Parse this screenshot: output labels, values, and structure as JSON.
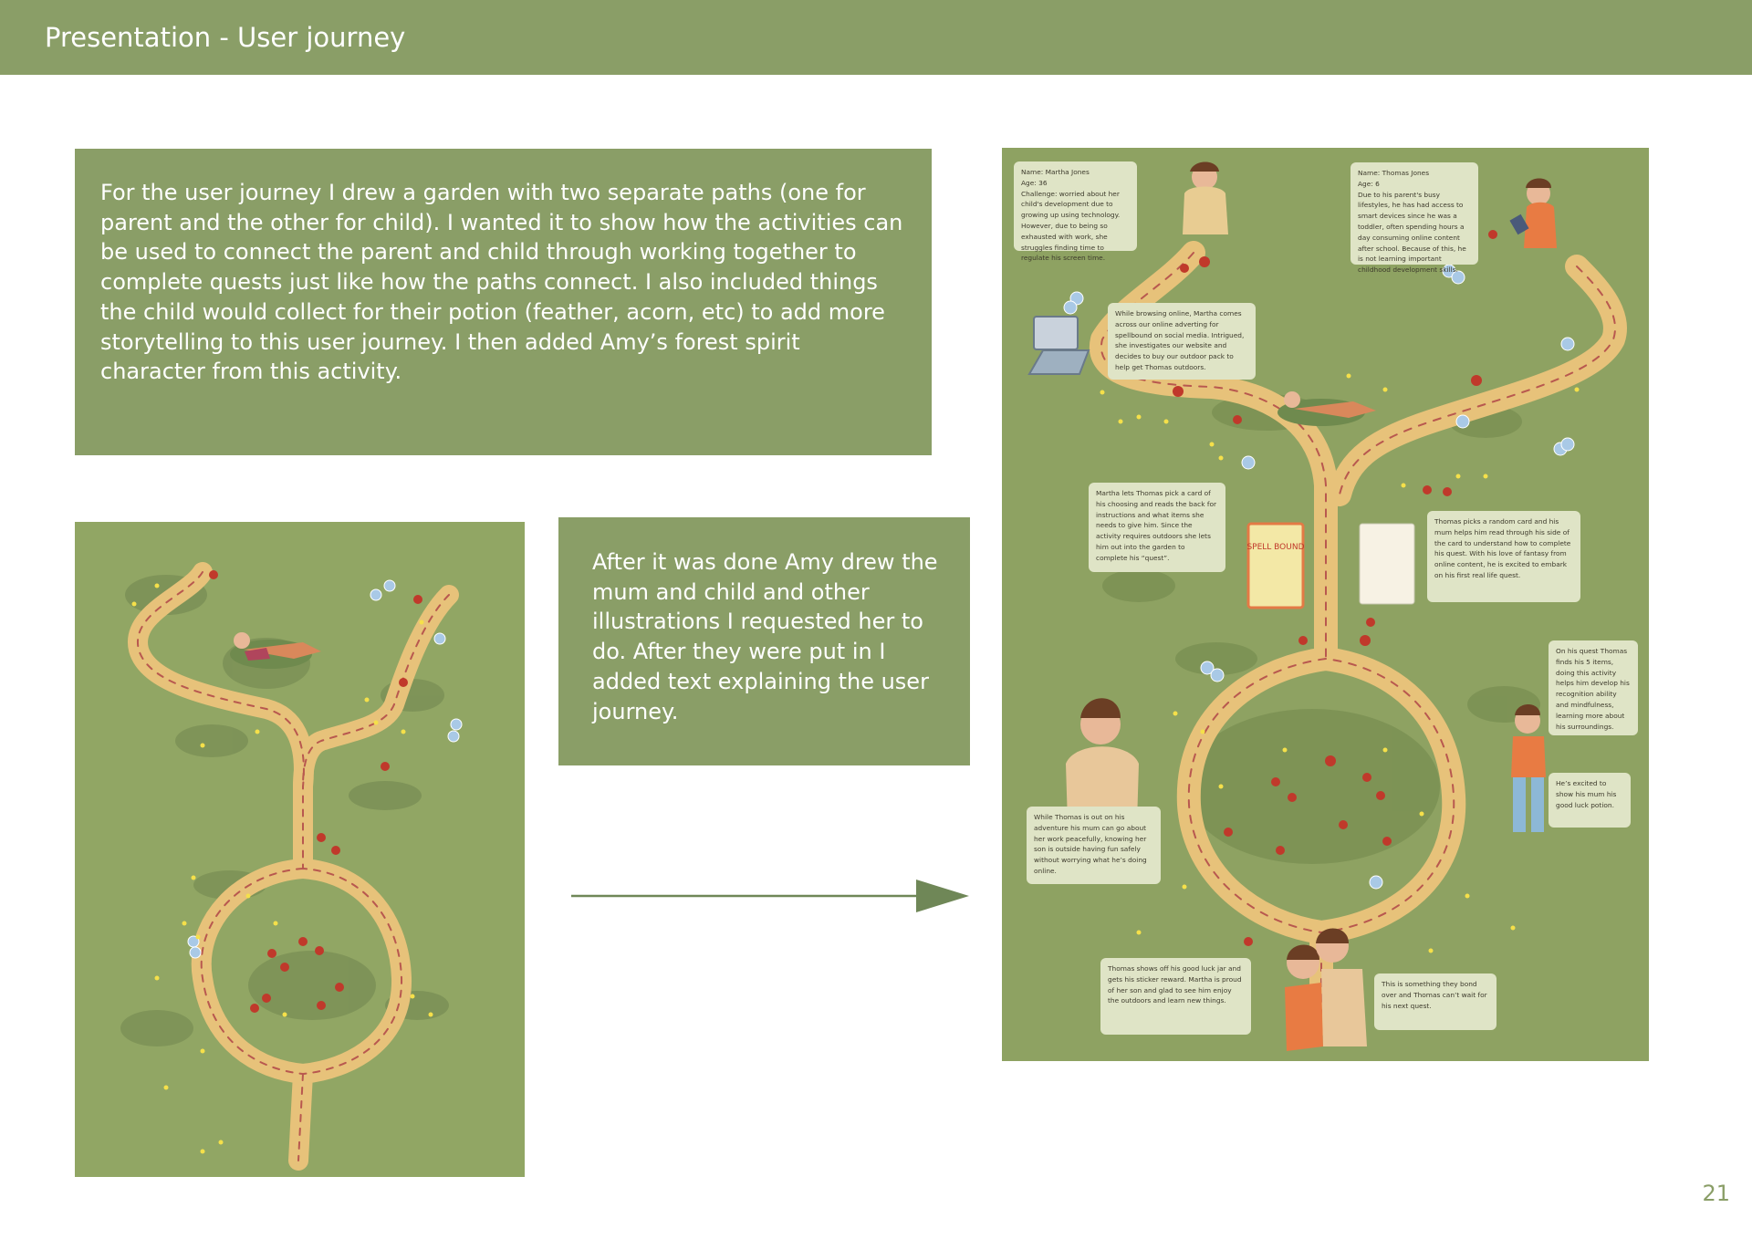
{
  "header": {
    "title": "Presentation - User journey"
  },
  "intro_text": "For the user journey I drew a garden with two separate paths (one for parent and the other for child). I wanted it to show how the activities can be used to connect the parent and child through working together to complete quests just like how the paths connect. I also included things the child would collect for their potion (feather, acorn, etc) to add more storytelling to this user journey. I then added Amy’s forest spirit character from this activity.",
  "process_text": "After it was done Amy drew the mum and child and other illustrations I requested her to do. After they were put in I added text explaining the user journey.",
  "journey_notes": {
    "martha_profile": [
      "Name: Martha Jones",
      "Age: 36",
      "Challenge: worried about her child's development due to growing up using technology. However, due to being so exhausted with work, she struggles finding time to regulate his screen time."
    ],
    "thomas_profile": [
      "Name: Thomas Jones",
      "Age: 6",
      "Due to his parent's busy lifestyles, he has had access to smart devices since he was a toddler, often spending hours a day consuming online content after school. Because of this, he is not learning important childhood development skills."
    ],
    "browsing": "While browsing online, Martha comes across our online adverting for spellbound on social media. Intrigued, she investigates our website and decides to buy our outdoor pack to help get Thomas outdoors.",
    "card_pick": "Martha lets Thomas pick a card of his choosing and reads the back for instructions and what items she needs to give him. Since the activity requires outdoors she lets him out into the garden to complete his “quest”.",
    "random_card": "Thomas picks a random card and his mum helps him read through his side of the card to understand how to complete his quest. With his love of fantasy from online content, he is excited to embark on his first real life quest.",
    "quest": "On his quest Thomas finds his 5 items, doing this activity helps him develop his recognition ability and mindfulness, learning more about his surroundings.",
    "excited": "He’s excited to show his mum his good luck potion.",
    "mum_work": "While Thomas is out on his adventure his mum can go about her work peacefully, knowing her son is outside having fun safely without worrying what he’s doing online.",
    "shows_off": "Thomas shows off his good luck jar and gets his sticker reward. Martha is proud of her son and glad to see him enjoy the outdoors and learn new things.",
    "bond": "This is something they bond over and Thomas can’t wait for his next quest."
  },
  "card_logo_text": "SPELL BOUND",
  "page_number": "21",
  "colors": {
    "header": "#8a9e67",
    "card": "#8a9e67",
    "grass": "#91a664",
    "path": "#e7c27a",
    "path_dash": "#b8584f",
    "note_bg": "#dfe4c6",
    "page_number": "#8a9e67"
  }
}
